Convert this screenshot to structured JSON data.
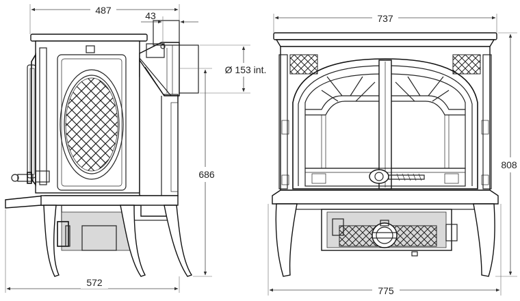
{
  "dimensions": {
    "side_width": "487",
    "flue_offset": "43",
    "flue_diameter": "Ø 153 int.",
    "side_height": "686",
    "side_base_width": "572",
    "front_width": "737",
    "front_height": "808",
    "front_base_width": "775"
  },
  "colors": {
    "line": "#222222",
    "grey_fill": "#d9d9d9"
  }
}
